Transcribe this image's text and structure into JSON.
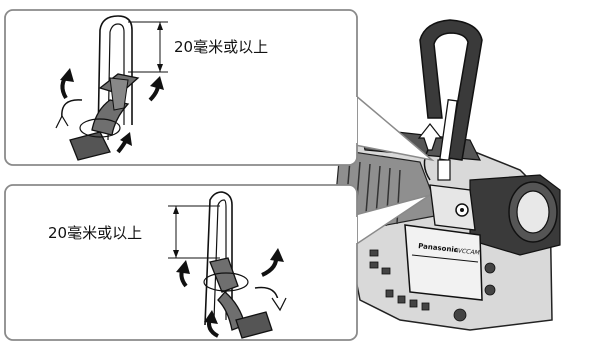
{
  "callouts": {
    "top": {
      "label": "20毫米或以上"
    },
    "bottom": {
      "label": "20毫米或以上"
    }
  },
  "camera": {
    "brand_text": "Panasonic",
    "model_text": "AVCCAM"
  },
  "colors": {
    "panel_border": "#8a8a8a",
    "line": "#1a1a1a",
    "strap_dark": "#6f6f6f",
    "camera_dark": "#3a3a3a",
    "camera_mid": "#9a9a9a",
    "background": "#ffffff"
  }
}
